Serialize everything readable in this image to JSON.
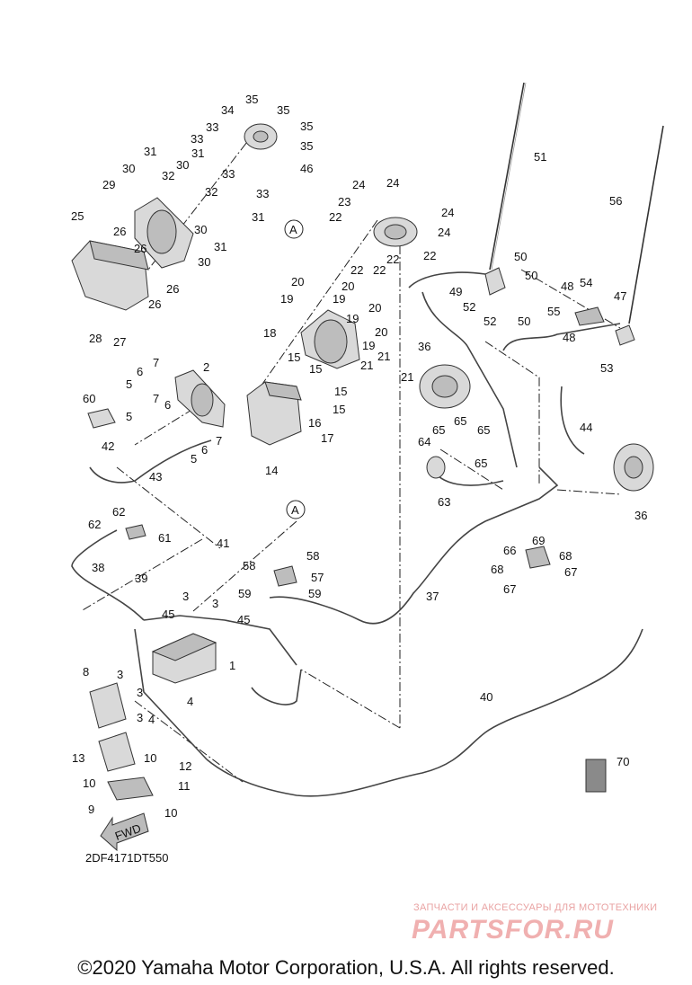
{
  "diagram": {
    "diagram_code": "2DF4171DT550",
    "fwd_label": "FWD",
    "ref_marker": "A",
    "part_numbers": [
      "1",
      "2",
      "3",
      "4",
      "5",
      "6",
      "7",
      "8",
      "9",
      "10",
      "11",
      "12",
      "13",
      "14",
      "15",
      "16",
      "17",
      "18",
      "19",
      "20",
      "21",
      "22",
      "23",
      "24",
      "25",
      "26",
      "27",
      "28",
      "29",
      "30",
      "31",
      "32",
      "33",
      "34",
      "35",
      "36",
      "37",
      "38",
      "39",
      "40",
      "41",
      "42",
      "43",
      "44",
      "45",
      "46",
      "47",
      "48",
      "49",
      "50",
      "51",
      "52",
      "53",
      "54",
      "55",
      "56",
      "57",
      "58",
      "59",
      "60",
      "61",
      "62",
      "63",
      "64",
      "65",
      "66",
      "67",
      "68",
      "69",
      "70"
    ]
  },
  "watermark": {
    "subtitle": "ЗАПЧАСТИ И АКСЕССУАРЫ ДЛЯ МОТОТЕХНИКИ",
    "logo": "PARTSFOR.RU"
  },
  "footer": {
    "copyright": "©2020 Yamaha Motor Corporation, U.S.A. All rights reserved."
  }
}
